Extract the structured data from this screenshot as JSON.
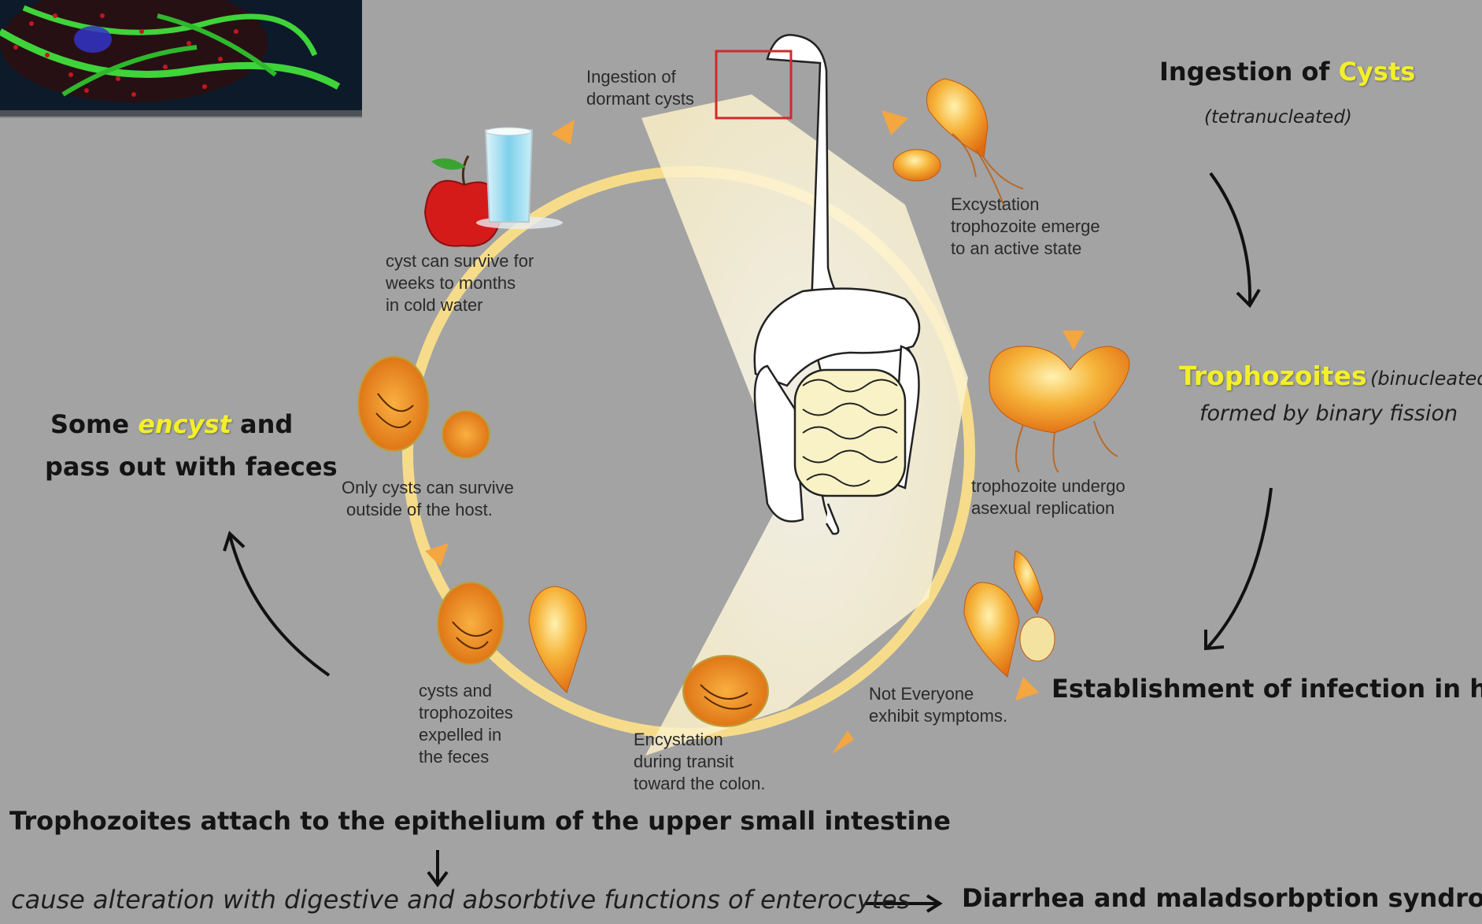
{
  "diagram": {
    "cycle_labels": {
      "ingestion_line1": "Ingestion of",
      "ingestion_line2": "dormant cysts",
      "excystation_line1": "Excystation",
      "excystation_line2": "trophozoite emerge",
      "excystation_line3": "to an active state",
      "replication_line1": "trophozoite undergo",
      "replication_line2": "asexual replication",
      "symptoms_line1": "Not Everyone",
      "symptoms_line2": "exhibit symptoms.",
      "encystation_line1": "Encystation",
      "encystation_line2": "during transit",
      "encystation_line3": "toward the colon.",
      "expelled_line1": "cysts and",
      "expelled_line2": "trophozoites",
      "expelled_line3": "expelled in",
      "expelled_line4": "the feces",
      "outside_line1": "Only cysts can survive",
      "outside_line2": "outside of the host.",
      "water_line1": "cyst can survive for",
      "water_line2": "weeks to months",
      "water_line3": "in cold water"
    },
    "annotations": {
      "ingestion_prefix": "Ingestion of",
      "ingestion_highlight": "Cysts",
      "ingestion_note": "(tetranucleated)",
      "trophozoites_highlight": "Trophozoites",
      "trophozoites_note": "(binucleated)",
      "binary_fission": "formed by binary fission",
      "establishment": "Establishment of infection in host",
      "some": "Some",
      "encyst": "encyst",
      "and": "and",
      "pass_out": "pass out with faeces",
      "attach": "Trophozoites attach to the epithelium  of the upper small intestine",
      "alteration": "cause alteration  with digestive and absorbtive functions of enterocytes",
      "diarrhea": "Diarrhea and  maladsorbption syndrome"
    },
    "colors": {
      "background": "#a3a3a3",
      "cycle_ring": "#f6dc8a",
      "highlight_text": "#f3ef2a",
      "parasite_orange": "#f08a1a",
      "inset_background": "#0d1a2a"
    }
  }
}
